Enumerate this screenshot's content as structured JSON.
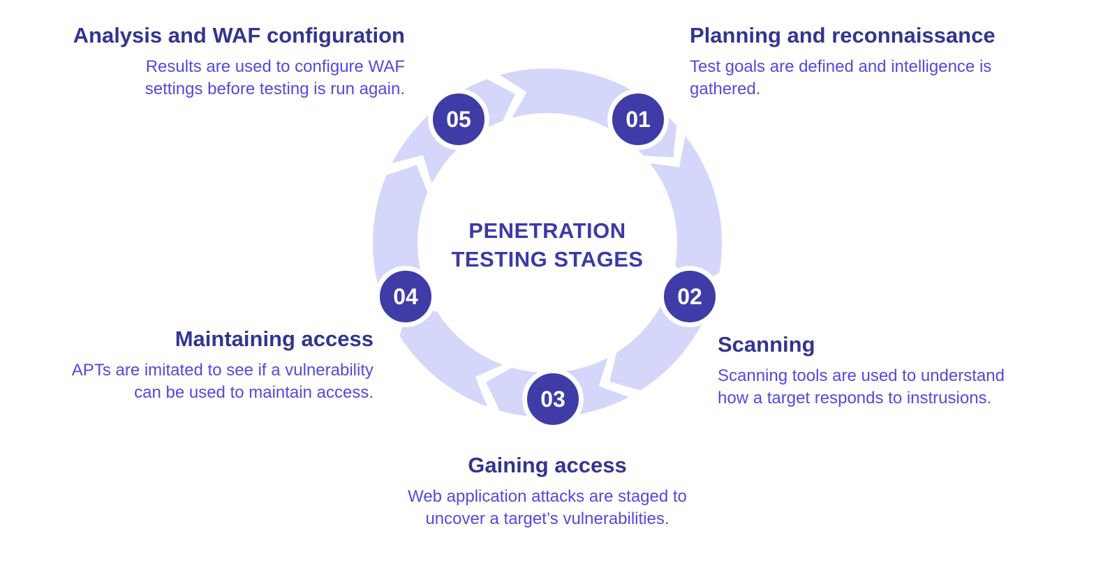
{
  "center": {
    "line1": "PENETRATION",
    "line2": "TESTING STAGES"
  },
  "colors": {
    "ring": "#d4d6fa",
    "badge": "#3f3ca8",
    "heading": "#34348f",
    "body": "#5249e0"
  },
  "stages": [
    {
      "number": "01",
      "title": "Planning and reconnaissance",
      "text": "Test goals are defined and intelligence is\ngathered."
    },
    {
      "number": "02",
      "title": "Scanning",
      "text": "Scanning tools are used to understand\nhow a target responds to instrusions."
    },
    {
      "number": "03",
      "title": "Gaining access",
      "text": "Web application attacks are staged to\nuncover a target’s vulnerabilities."
    },
    {
      "number": "04",
      "title": "Maintaining access",
      "text": "APTs are imitated to see if a vulnerability\ncan be used to maintain access."
    },
    {
      "number": "05",
      "title": "Analysis and WAF configuration",
      "text": "Results are used to configure WAF\nsettings before testing is run again."
    }
  ]
}
